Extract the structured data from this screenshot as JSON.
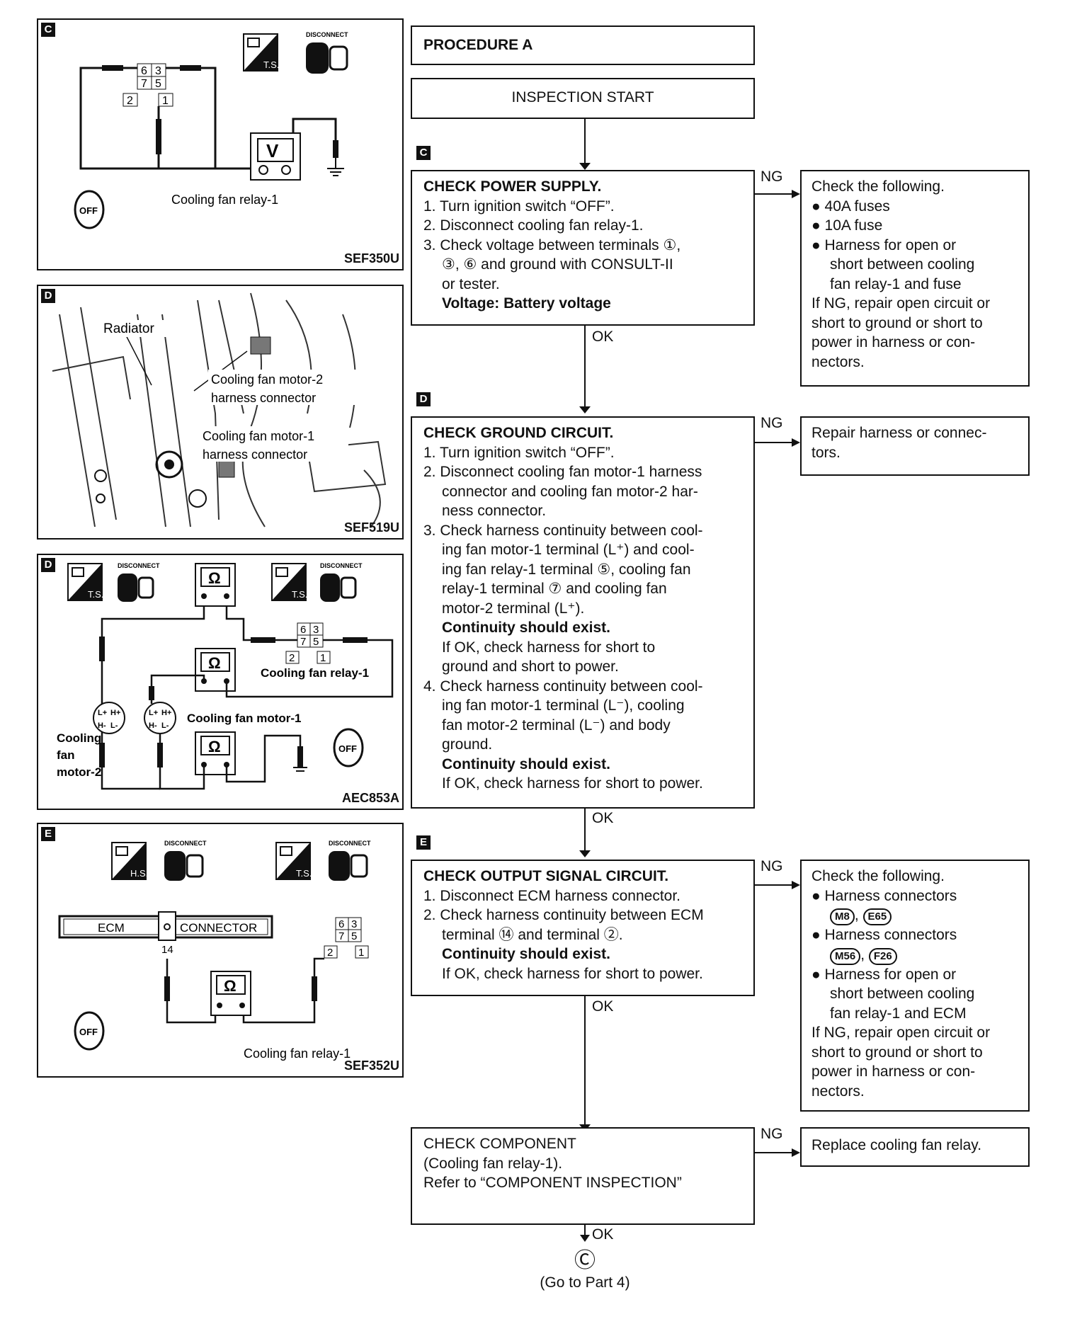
{
  "procedure_title": "PROCEDURE A",
  "inspection_start": "INSPECTION START",
  "tags": {
    "c": "C",
    "d": "D",
    "e": "E"
  },
  "flow_labels": {
    "ng": "NG",
    "ok": "OK"
  },
  "step1": {
    "title": "CHECK POWER SUPPLY.",
    "lines": [
      "1. Turn ignition switch “OFF”.",
      "2. Disconnect cooling fan relay-1.",
      "3. Check voltage between terminals ①,",
      "③, ⑥ and ground with CONSULT-II",
      "or tester."
    ],
    "spec": "Voltage: Battery voltage",
    "ng_lines": [
      "Check the following.",
      "● 40A fuses",
      "● 10A fuse",
      "● Harness for open or",
      "short between cooling",
      "fan relay-1 and fuse",
      "If NG, repair open circuit or",
      "short to ground or short to",
      "power in harness or con-",
      "nectors."
    ]
  },
  "step2": {
    "title": "CHECK GROUND CIRCUIT.",
    "lines": [
      "1. Turn ignition switch “OFF”.",
      "2. Disconnect cooling fan motor-1 harness",
      "connector and cooling fan motor-2 har-",
      "ness connector.",
      "3. Check harness continuity between cool-",
      "ing fan motor-1 terminal (L⁺) and cool-",
      "ing fan relay-1 terminal ⑤, cooling fan",
      "relay-1 terminal ⑦ and cooling fan",
      "motor-2 terminal (L⁺).",
      "Continuity should exist.",
      "If OK, check harness for short to",
      "ground and short to power.",
      "4. Check harness continuity between cool-",
      "ing fan motor-1 terminal (L⁻), cooling",
      "fan motor-2 terminal (L⁻) and body",
      "ground.",
      "Continuity should exist.",
      "If OK, check harness for short to power."
    ],
    "ng_lines": [
      "Repair harness or connec-",
      "tors."
    ]
  },
  "step3": {
    "title": "CHECK OUTPUT SIGNAL CIRCUIT.",
    "lines": [
      "1. Disconnect ECM harness connector.",
      "2. Check harness continuity between ECM",
      "terminal ⑭ and terminal ②.",
      "Continuity should exist.",
      "If OK, check harness for short to power."
    ],
    "ng_lines": [
      "Check the following.",
      "● Harness connectors",
      "M8, E65",
      "● Harness connectors",
      "M56, F26",
      "● Harness for open or",
      "short between cooling",
      "fan relay-1 and ECM",
      "If NG, repair open circuit or",
      "short to ground or short to",
      "power in harness or con-",
      "nectors."
    ],
    "connectors": [
      "M8",
      "E65",
      "M56",
      "F26"
    ]
  },
  "step4": {
    "lines": [
      "CHECK COMPONENT",
      "(Cooling fan relay-1).",
      "Refer to “COMPONENT INSPECTION”"
    ],
    "ng_lines": [
      "Replace cooling fan relay."
    ]
  },
  "goto": {
    "symbol": "Ⓒ",
    "text": "(Go to Part 4)"
  },
  "fig1": {
    "code": "SEF350U",
    "label": "Cooling fan relay-1",
    "disconnect": "DISCONNECT",
    "ts": "T.S.",
    "off": "OFF",
    "meter": "V",
    "pins": [
      "6",
      "3",
      "7",
      "5",
      "2",
      "1"
    ]
  },
  "fig2": {
    "code": "SEF519U",
    "labels": [
      "Radiator",
      "Cooling fan motor-2",
      "harness connector",
      "Cooling fan motor-1",
      "harness connector"
    ]
  },
  "fig3": {
    "code": "AEC853A",
    "relay_label": "Cooling fan relay-1",
    "motor1_label": "Cooling fan motor-1",
    "motor2_label": [
      "Cooling",
      "fan",
      "motor-2"
    ],
    "meter": "Ω",
    "disconnect": "DISCONNECT",
    "ts": "T.S.",
    "off": "OFF",
    "pins": [
      "6",
      "3",
      "7",
      "5",
      "2",
      "1"
    ],
    "motor_pins": [
      "L+",
      "H+",
      "H-",
      "L-"
    ]
  },
  "fig4": {
    "code": "SEF352U",
    "ecm": "ECM",
    "connector": "CONNECTOR",
    "pin14": "14",
    "relay_label": "Cooling fan relay-1",
    "meter": "Ω",
    "disconnect": "DISCONNECT",
    "ts": "T.S.",
    "hs": "H.S.",
    "off": "OFF",
    "pins": [
      "6",
      "3",
      "7",
      "5",
      "2",
      "1"
    ]
  }
}
